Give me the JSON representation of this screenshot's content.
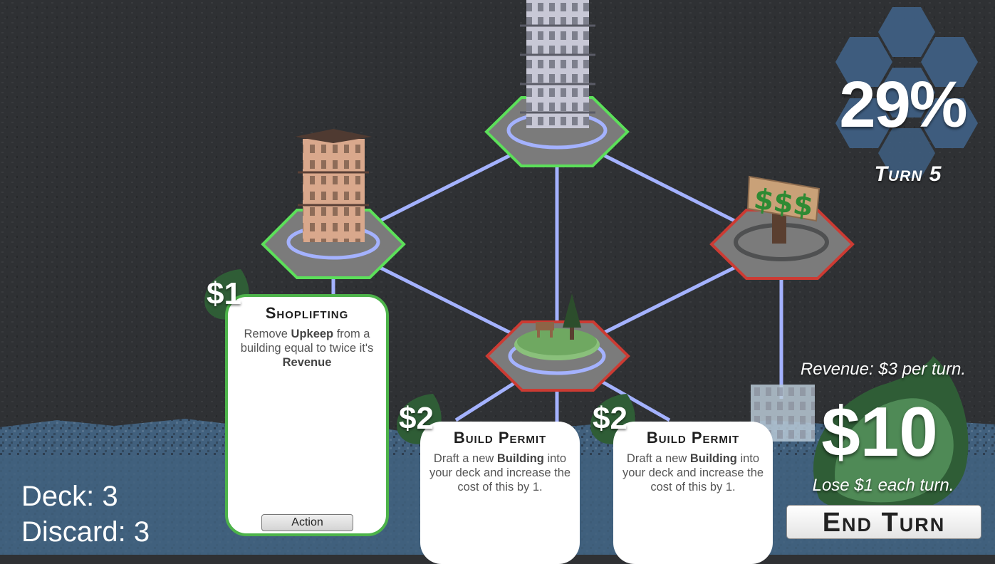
{
  "hud": {
    "progress": "29%",
    "turn": "Turn 5",
    "revenue": "Revenue: $3 per turn.",
    "money": "$10",
    "upkeep": "Lose $1 each turn.",
    "end_turn_label": "End Turn",
    "deck": "Deck: 3",
    "discard": "Discard: 3"
  },
  "board": {
    "sign_text": "$$$"
  },
  "cards": [
    {
      "cost": "$1",
      "title": "Shoplifting",
      "desc_parts": [
        "Remove ",
        "Upkeep",
        " from a building equal to twice it's ",
        "Revenue"
      ],
      "action_label": "Action"
    },
    {
      "cost": "$2",
      "title": "Build Permit",
      "desc_parts": [
        "Draft a new ",
        "Building",
        " into your deck and increase the cost of this by 1."
      ]
    },
    {
      "cost": "$2",
      "title": "Build Permit",
      "desc_parts": [
        "Draft a new ",
        "Building",
        " into your deck and increase the cost of this by 1."
      ]
    }
  ],
  "colors": {
    "background": "#2f3134",
    "water": "#41607d",
    "connection": "#a4b2ff",
    "tile_owned": "#5ce05a",
    "tile_unowned": "#cc3b33",
    "tile_fill": "#7b7b7b",
    "honeycomb": "#3f5f82",
    "coin": "#2f5d36"
  }
}
